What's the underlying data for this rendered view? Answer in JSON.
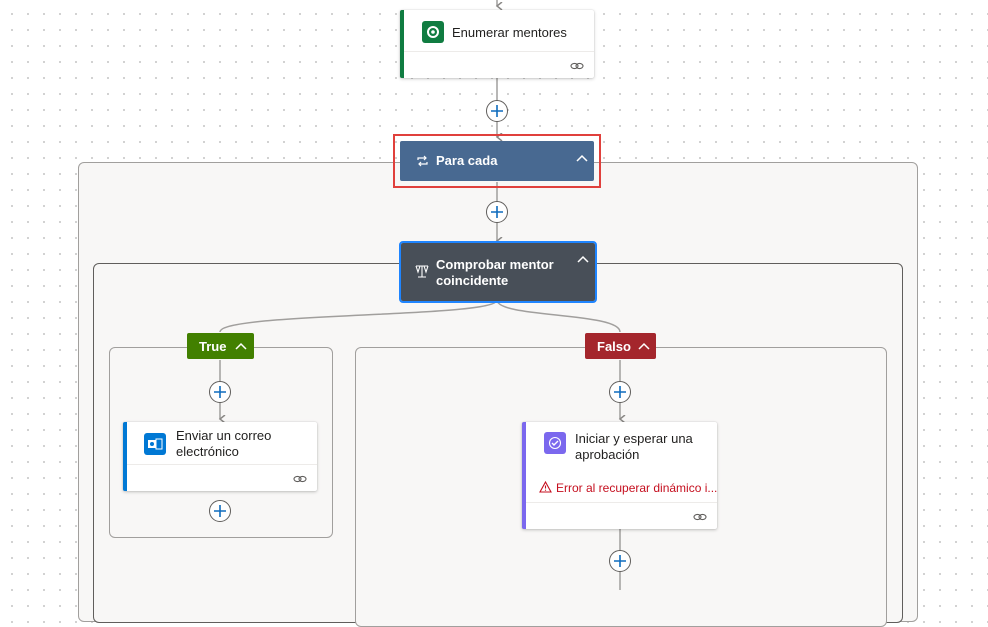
{
  "nodes": {
    "list_mentors": {
      "title": "Enumerar mentores",
      "icon": "dataverse-icon",
      "accent": "#107c41"
    },
    "for_each": {
      "title": "Para cada",
      "icon": "loop-icon",
      "color": "#486991",
      "highlight": "#e0403c"
    },
    "condition": {
      "title_line1": "Comprobar mentor",
      "title_line2": "coincidente",
      "icon": "condition-icon",
      "color": "#484f58",
      "border": "#1f85ff"
    },
    "send_email": {
      "title_line1": "Enviar un correo",
      "title_line2": "electrónico",
      "icon": "outlook-icon",
      "accent": "#0078d4"
    },
    "approval": {
      "title_line1": "Iniciar y esperar una",
      "title_line2": "aprobación",
      "error": "Error al recuperar dinámico i...",
      "icon": "approval-icon",
      "accent": "#7b68ee"
    }
  },
  "branches": {
    "true_label": "True",
    "true_color": "#428000",
    "false_label": "Falso",
    "false_color": "#a4262c"
  }
}
